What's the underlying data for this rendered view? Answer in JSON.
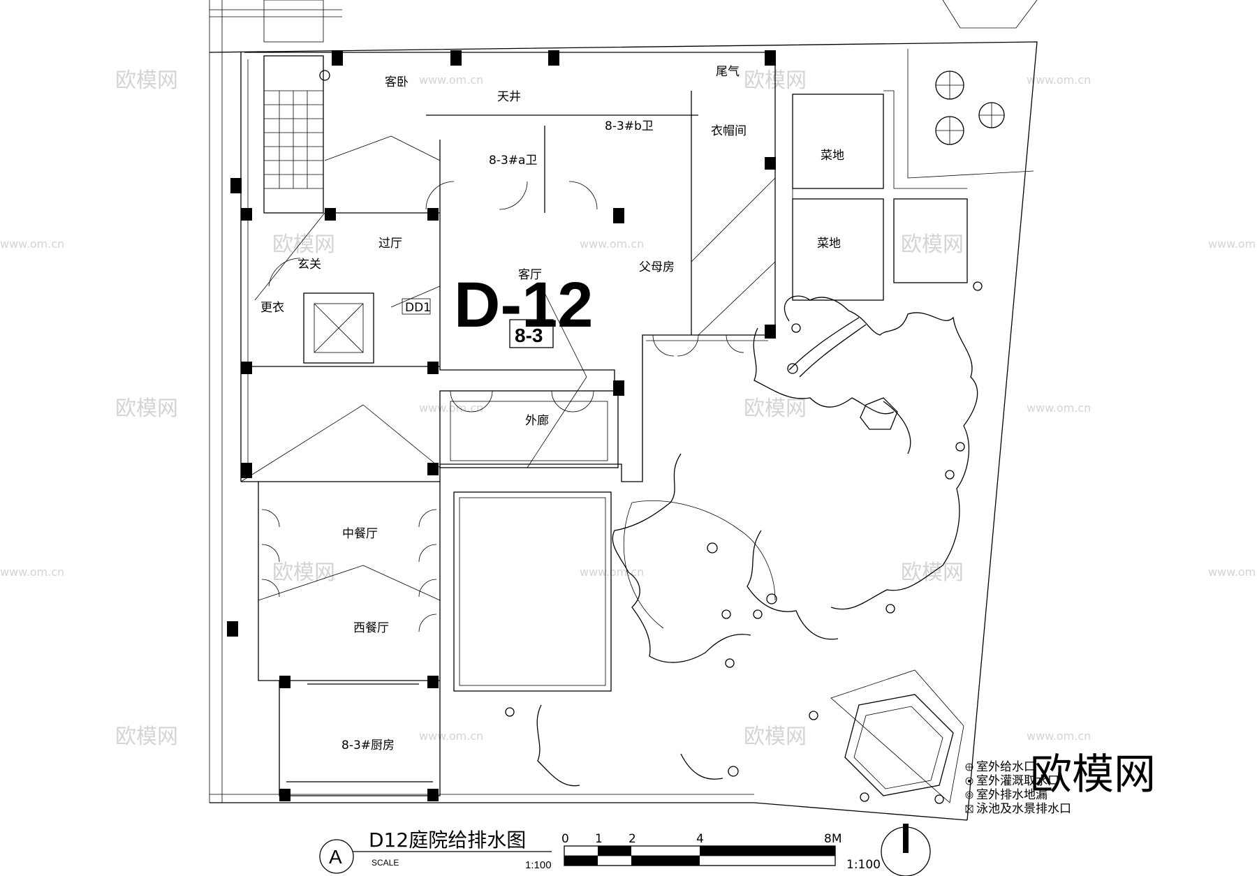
{
  "title": {
    "letter": "A",
    "main": "D12庭院给排水图",
    "scale_word": "SCALE",
    "scale_value": "1:100"
  },
  "scale_bar": {
    "ticks": [
      "0",
      "1",
      "2",
      "4",
      "8M"
    ],
    "ratio": "1:100"
  },
  "block_label": "D-12",
  "unit_label": "8-3",
  "door_tag": "DD1",
  "rooms": {
    "guest_bedroom": "客卧",
    "light_well": "天井",
    "exhaust": "尾气",
    "bath_b": "8-3#b卫",
    "cloakroom": "衣帽间",
    "bath_a": "8-3#a卫",
    "hall": "过厅",
    "foyer": "玄关",
    "living": "客厅",
    "parents_room": "父母房",
    "changing": "更衣",
    "veranda": "外廊",
    "chinese_dining": "中餐厅",
    "western_dining": "西餐厅",
    "kitchen": "8-3#厨房",
    "veg_plot_1": "菜地",
    "veg_plot_2": "菜地"
  },
  "legend": [
    {
      "icon": "water-supply-outlet-icon",
      "label": "室外给水口"
    },
    {
      "icon": "irrigation-outlet-icon",
      "label": "室外灌溉取水口"
    },
    {
      "icon": "floor-drain-icon",
      "label": "室外排水地漏"
    },
    {
      "icon": "pool-outlet-icon",
      "label": "泳池及水景排水口"
    }
  ],
  "brand": "欧模网",
  "watermark": {
    "text": "欧模网",
    "url": "www.om.cn"
  }
}
